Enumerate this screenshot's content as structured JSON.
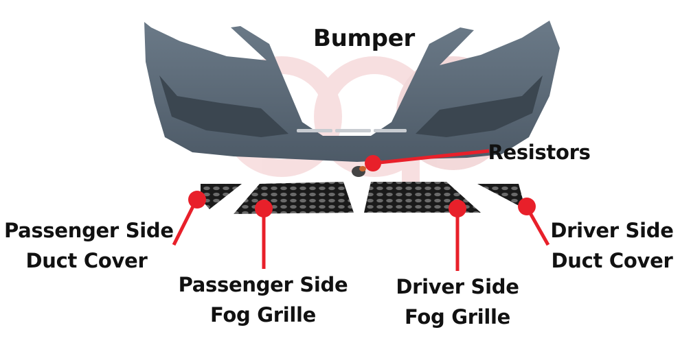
{
  "diagram": {
    "title": "Bumper",
    "accent_color": "#e8202a",
    "bumper_color": "#5b6a78",
    "grille_color": "#1a1a1a",
    "watermark_color": "#f2c6c8",
    "parts": [
      {
        "id": "bumper",
        "lines": [
          "Bumper"
        ]
      },
      {
        "id": "resistors",
        "lines": [
          "Resistors"
        ]
      },
      {
        "id": "passenger-duct",
        "lines": [
          "Passenger Side",
          "Duct Cover"
        ]
      },
      {
        "id": "passenger-fog",
        "lines": [
          "Passenger Side",
          "Fog Grille"
        ]
      },
      {
        "id": "driver-fog",
        "lines": [
          "Driver Side",
          "Fog Grille"
        ]
      },
      {
        "id": "driver-duct",
        "lines": [
          "Driver Side",
          "Duct Cover"
        ]
      }
    ]
  }
}
